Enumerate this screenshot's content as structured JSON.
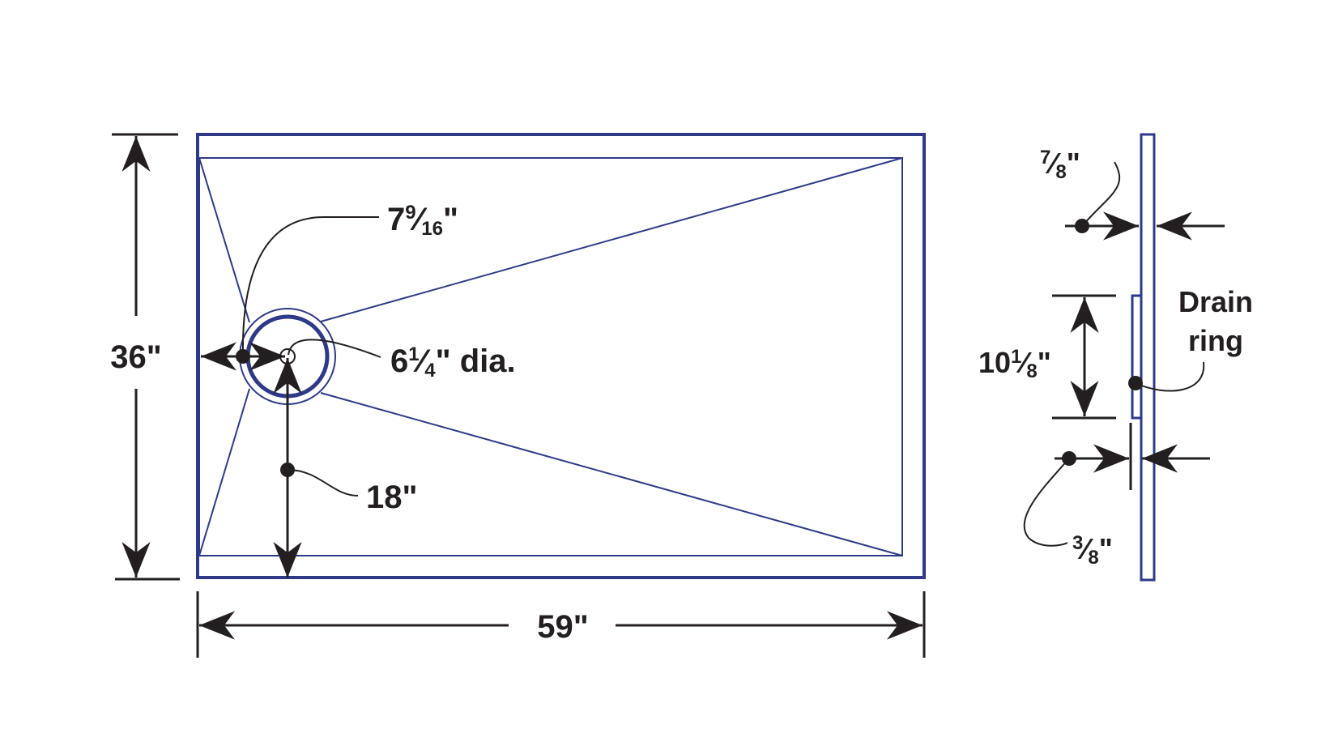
{
  "colors": {
    "outline": "#2e3a87",
    "dimension": "#231f20",
    "background": "#ffffff"
  },
  "labels": {
    "height": "36\"",
    "width": "59\"",
    "drain_offset_side": {
      "whole": "7",
      "num": "9",
      "den": "16",
      "unit": "\""
    },
    "drain_diameter": {
      "whole": "6",
      "num": "1",
      "den": "4",
      "unit": "\" dia."
    },
    "drain_offset_bottom": "18\"",
    "rim_thickness": {
      "num": "7",
      "den": "8",
      "unit": "\""
    },
    "ring_height": {
      "whole": "10",
      "num": "1",
      "den": "8",
      "unit": "\""
    },
    "ring_thickness": {
      "num": "3",
      "den": "8",
      "unit": "\""
    },
    "drain_ring_line1": "Drain",
    "drain_ring_line2": "ring"
  }
}
